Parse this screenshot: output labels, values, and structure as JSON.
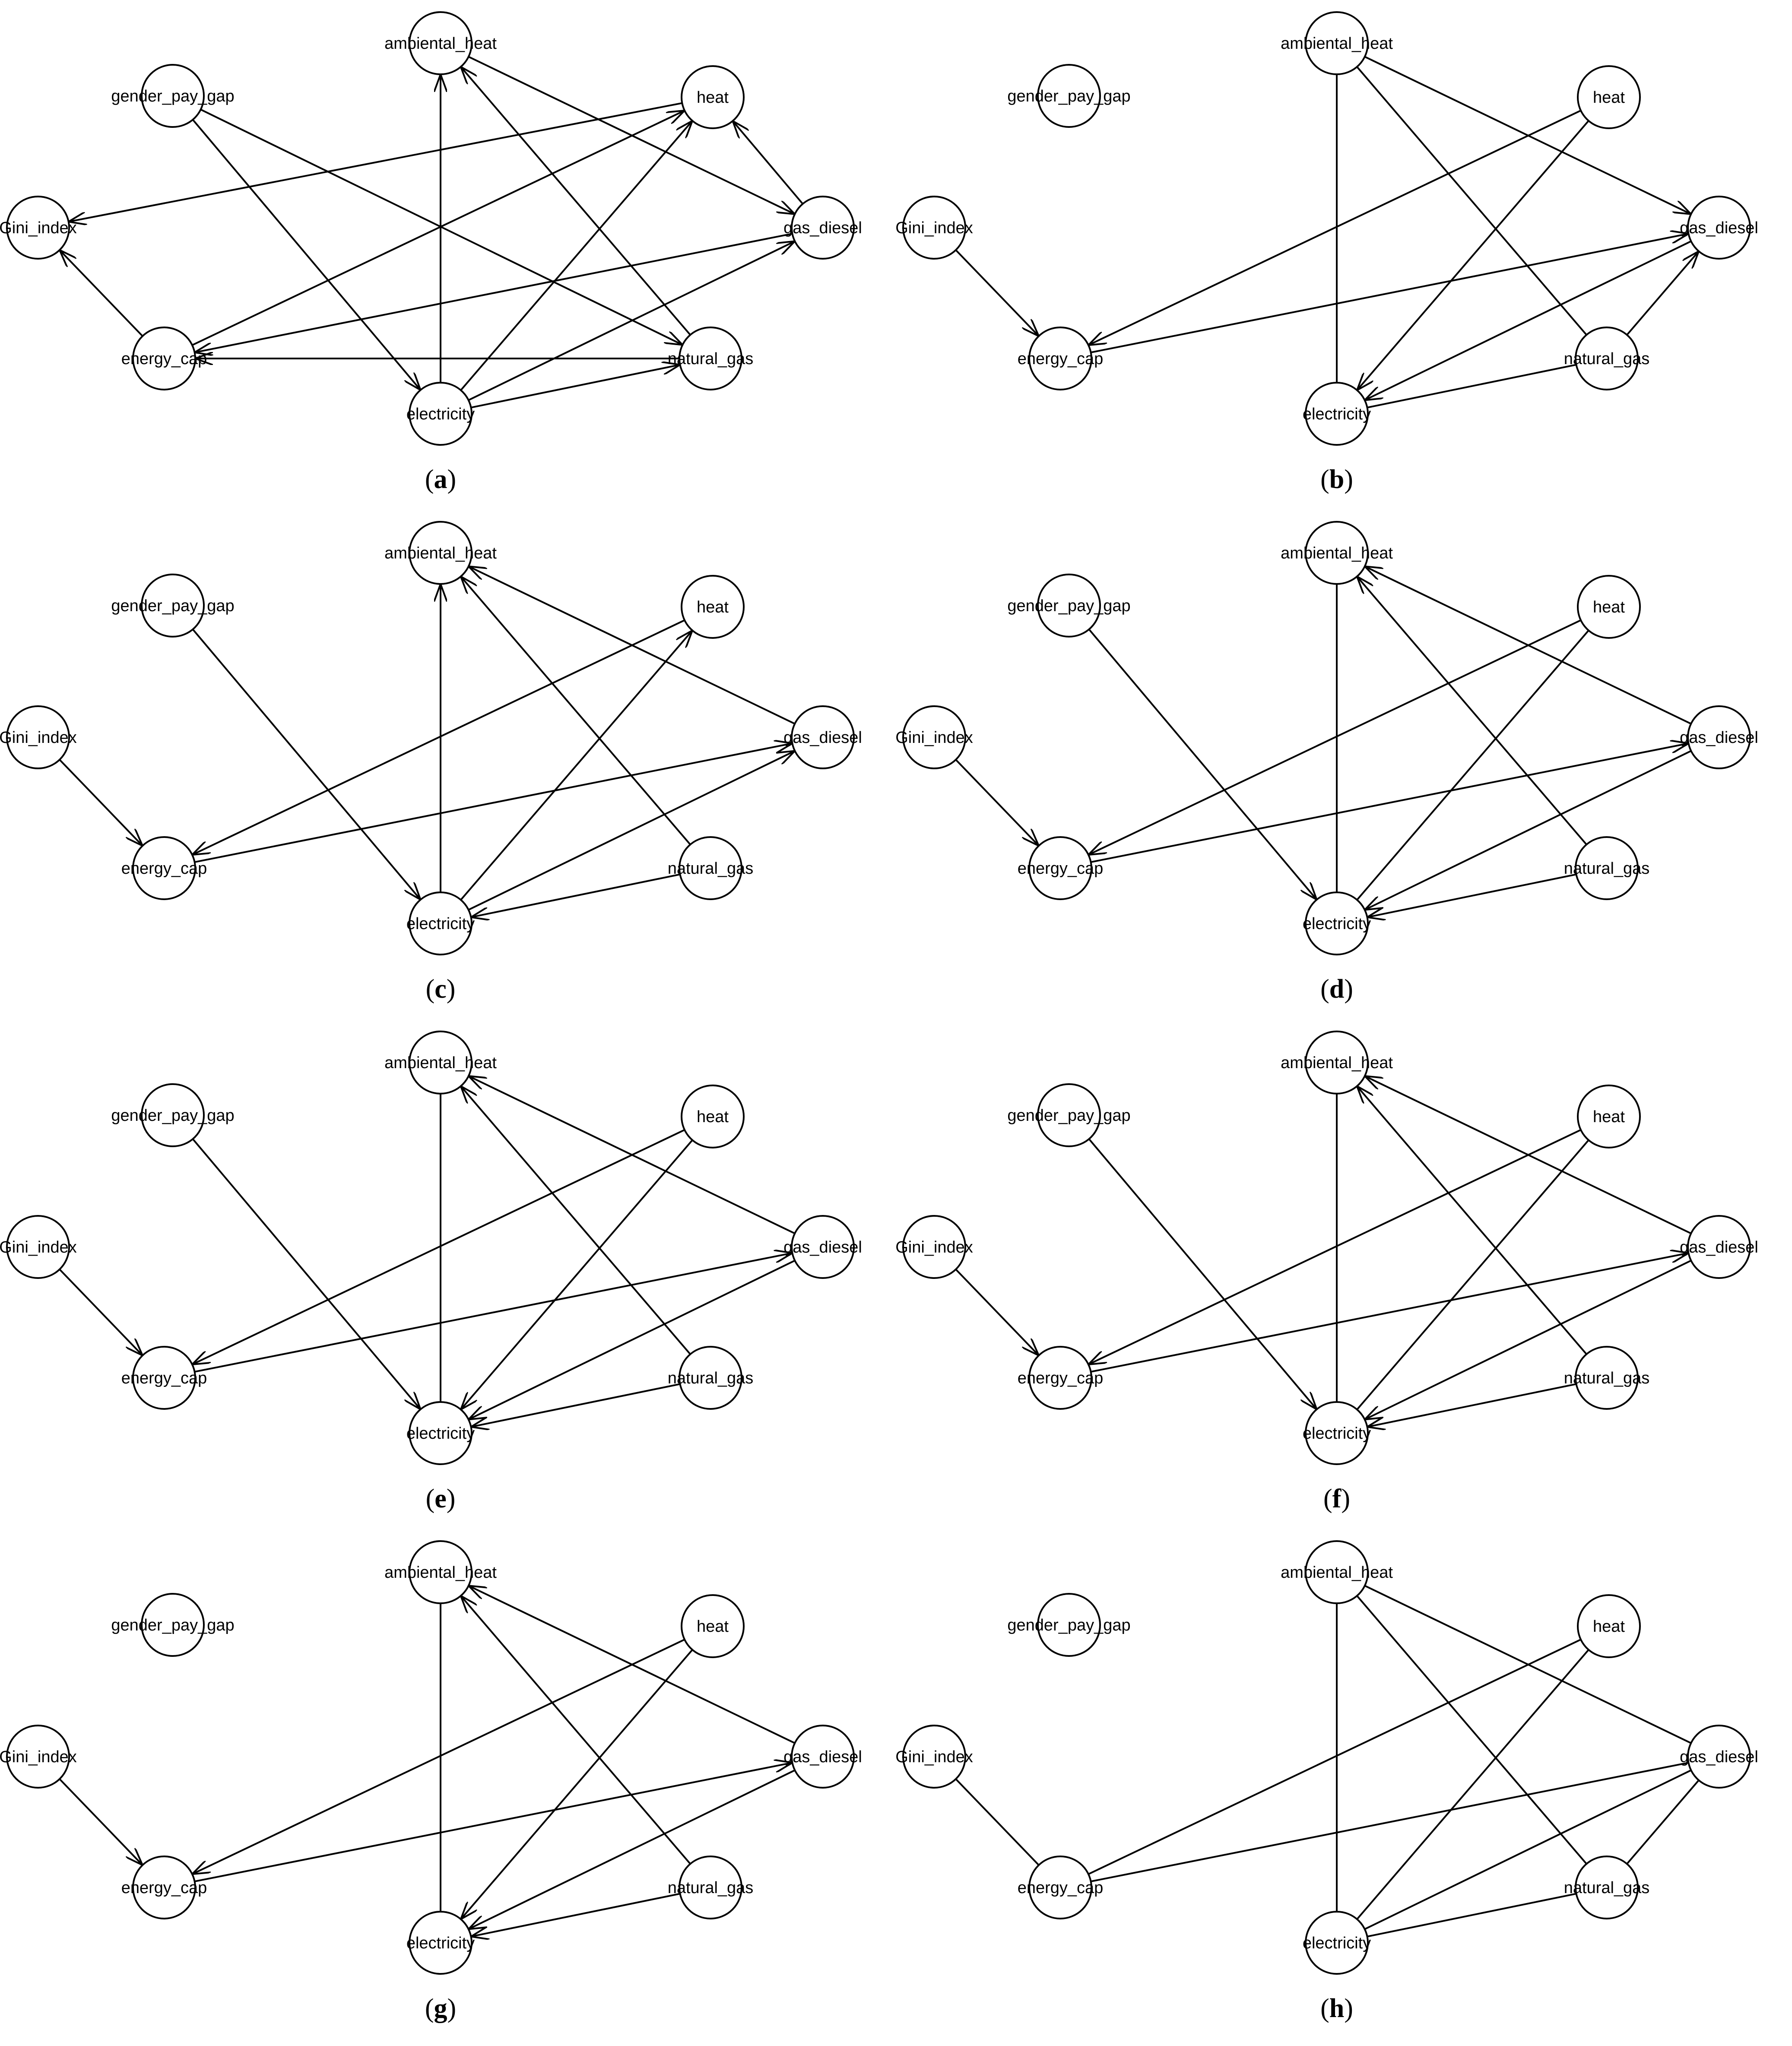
{
  "nodes": [
    {
      "id": "ambiental_heat",
      "label": "ambiental_heat"
    },
    {
      "id": "gender_pay_gap",
      "label": "gender_pay_gap"
    },
    {
      "id": "heat",
      "label": "heat"
    },
    {
      "id": "Gini_index",
      "label": "Gini_index"
    },
    {
      "id": "gas_diesel",
      "label": "gas_diesel"
    },
    {
      "id": "energy_cap",
      "label": "energy_cap"
    },
    {
      "id": "natural_gas",
      "label": "natural_gas"
    },
    {
      "id": "electricity",
      "label": "electricity"
    }
  ],
  "panels": [
    {
      "caption_prefix": "(",
      "caption_letter": "a",
      "caption_suffix": ")",
      "edges": [
        {
          "from": "gender_pay_gap",
          "to": "electricity",
          "directed": true
        },
        {
          "from": "gender_pay_gap",
          "to": "natural_gas",
          "directed": true
        },
        {
          "from": "ambiental_heat",
          "to": "gas_diesel",
          "directed": true
        },
        {
          "from": "heat",
          "to": "Gini_index",
          "directed": true
        },
        {
          "from": "energy_cap",
          "to": "Gini_index",
          "directed": true
        },
        {
          "from": "energy_cap",
          "to": "heat",
          "directed": true
        },
        {
          "from": "gas_diesel",
          "to": "heat",
          "directed": true
        },
        {
          "from": "gas_diesel",
          "to": "energy_cap",
          "directed": true
        },
        {
          "from": "natural_gas",
          "to": "energy_cap",
          "directed": true
        },
        {
          "from": "natural_gas",
          "to": "ambiental_heat",
          "directed": true
        },
        {
          "from": "electricity",
          "to": "ambiental_heat",
          "directed": true
        },
        {
          "from": "electricity",
          "to": "heat",
          "directed": true
        },
        {
          "from": "electricity",
          "to": "gas_diesel",
          "directed": true
        },
        {
          "from": "electricity",
          "to": "natural_gas",
          "directed": true
        }
      ]
    },
    {
      "caption_prefix": "(",
      "caption_letter": "b",
      "caption_suffix": ")",
      "edges": [
        {
          "from": "ambiental_heat",
          "to": "electricity",
          "directed": false
        },
        {
          "from": "ambiental_heat",
          "to": "gas_diesel",
          "directed": true
        },
        {
          "from": "ambiental_heat",
          "to": "natural_gas",
          "directed": false
        },
        {
          "from": "heat",
          "to": "energy_cap",
          "directed": true
        },
        {
          "from": "heat",
          "to": "electricity",
          "directed": true
        },
        {
          "from": "Gini_index",
          "to": "energy_cap",
          "directed": true
        },
        {
          "from": "energy_cap",
          "to": "gas_diesel",
          "directed": true
        },
        {
          "from": "natural_gas",
          "to": "gas_diesel",
          "directed": true
        },
        {
          "from": "natural_gas",
          "to": "electricity",
          "directed": false
        },
        {
          "from": "gas_diesel",
          "to": "electricity",
          "directed": true
        }
      ]
    },
    {
      "caption_prefix": "(",
      "caption_letter": "c",
      "caption_suffix": ")",
      "edges": [
        {
          "from": "gender_pay_gap",
          "to": "electricity",
          "directed": true
        },
        {
          "from": "Gini_index",
          "to": "energy_cap",
          "directed": true
        },
        {
          "from": "heat",
          "to": "energy_cap",
          "directed": true
        },
        {
          "from": "energy_cap",
          "to": "gas_diesel",
          "directed": true
        },
        {
          "from": "electricity",
          "to": "ambiental_heat",
          "directed": true
        },
        {
          "from": "electricity",
          "to": "heat",
          "directed": true
        },
        {
          "from": "electricity",
          "to": "gas_diesel",
          "directed": true
        },
        {
          "from": "gas_diesel",
          "to": "ambiental_heat",
          "directed": true
        },
        {
          "from": "natural_gas",
          "to": "ambiental_heat",
          "directed": true
        },
        {
          "from": "natural_gas",
          "to": "electricity",
          "directed": true
        }
      ]
    },
    {
      "caption_prefix": "(",
      "caption_letter": "d",
      "caption_suffix": ")",
      "edges": [
        {
          "from": "gender_pay_gap",
          "to": "electricity",
          "directed": true
        },
        {
          "from": "Gini_index",
          "to": "energy_cap",
          "directed": true
        },
        {
          "from": "heat",
          "to": "energy_cap",
          "directed": true
        },
        {
          "from": "heat",
          "to": "electricity",
          "directed": false
        },
        {
          "from": "energy_cap",
          "to": "gas_diesel",
          "directed": true
        },
        {
          "from": "ambiental_heat",
          "to": "electricity",
          "directed": false
        },
        {
          "from": "gas_diesel",
          "to": "ambiental_heat",
          "directed": true
        },
        {
          "from": "gas_diesel",
          "to": "electricity",
          "directed": true
        },
        {
          "from": "natural_gas",
          "to": "ambiental_heat",
          "directed": true
        },
        {
          "from": "natural_gas",
          "to": "electricity",
          "directed": true
        }
      ]
    },
    {
      "caption_prefix": "(",
      "caption_letter": "e",
      "caption_suffix": ")",
      "edges": [
        {
          "from": "gender_pay_gap",
          "to": "electricity",
          "directed": true
        },
        {
          "from": "Gini_index",
          "to": "energy_cap",
          "directed": true
        },
        {
          "from": "heat",
          "to": "energy_cap",
          "directed": true
        },
        {
          "from": "heat",
          "to": "electricity",
          "directed": true
        },
        {
          "from": "energy_cap",
          "to": "gas_diesel",
          "directed": true
        },
        {
          "from": "ambiental_heat",
          "to": "electricity",
          "directed": false
        },
        {
          "from": "gas_diesel",
          "to": "ambiental_heat",
          "directed": true
        },
        {
          "from": "gas_diesel",
          "to": "electricity",
          "directed": true
        },
        {
          "from": "natural_gas",
          "to": "ambiental_heat",
          "directed": true
        },
        {
          "from": "natural_gas",
          "to": "electricity",
          "directed": true
        }
      ]
    },
    {
      "caption_prefix": "(",
      "caption_letter": "f",
      "caption_suffix": ")",
      "edges": [
        {
          "from": "gender_pay_gap",
          "to": "electricity",
          "directed": true
        },
        {
          "from": "Gini_index",
          "to": "energy_cap",
          "directed": true
        },
        {
          "from": "heat",
          "to": "energy_cap",
          "directed": true
        },
        {
          "from": "heat",
          "to": "electricity",
          "directed": false
        },
        {
          "from": "energy_cap",
          "to": "gas_diesel",
          "directed": true
        },
        {
          "from": "ambiental_heat",
          "to": "electricity",
          "directed": false
        },
        {
          "from": "gas_diesel",
          "to": "ambiental_heat",
          "directed": true
        },
        {
          "from": "gas_diesel",
          "to": "electricity",
          "directed": true
        },
        {
          "from": "natural_gas",
          "to": "ambiental_heat",
          "directed": true
        },
        {
          "from": "natural_gas",
          "to": "electricity",
          "directed": true
        }
      ]
    },
    {
      "caption_prefix": "(",
      "caption_letter": "g",
      "caption_suffix": ")",
      "edges": [
        {
          "from": "Gini_index",
          "to": "energy_cap",
          "directed": true
        },
        {
          "from": "heat",
          "to": "energy_cap",
          "directed": true
        },
        {
          "from": "heat",
          "to": "electricity",
          "directed": true
        },
        {
          "from": "energy_cap",
          "to": "gas_diesel",
          "directed": true
        },
        {
          "from": "ambiental_heat",
          "to": "electricity",
          "directed": false
        },
        {
          "from": "gas_diesel",
          "to": "ambiental_heat",
          "directed": true
        },
        {
          "from": "gas_diesel",
          "to": "electricity",
          "directed": true
        },
        {
          "from": "natural_gas",
          "to": "ambiental_heat",
          "directed": true
        },
        {
          "from": "natural_gas",
          "to": "electricity",
          "directed": true
        }
      ]
    },
    {
      "caption_prefix": "(",
      "caption_letter": "h",
      "caption_suffix": ")",
      "edges": [
        {
          "from": "ambiental_heat",
          "to": "electricity",
          "directed": false
        },
        {
          "from": "ambiental_heat",
          "to": "gas_diesel",
          "directed": false
        },
        {
          "from": "ambiental_heat",
          "to": "natural_gas",
          "directed": false
        },
        {
          "from": "heat",
          "to": "energy_cap",
          "directed": false
        },
        {
          "from": "heat",
          "to": "electricity",
          "directed": false
        },
        {
          "from": "Gini_index",
          "to": "energy_cap",
          "directed": false
        },
        {
          "from": "energy_cap",
          "to": "gas_diesel",
          "directed": false
        },
        {
          "from": "gas_diesel",
          "to": "electricity",
          "directed": false
        },
        {
          "from": "gas_diesel",
          "to": "natural_gas",
          "directed": false
        },
        {
          "from": "natural_gas",
          "to": "electricity",
          "directed": false
        }
      ]
    }
  ]
}
